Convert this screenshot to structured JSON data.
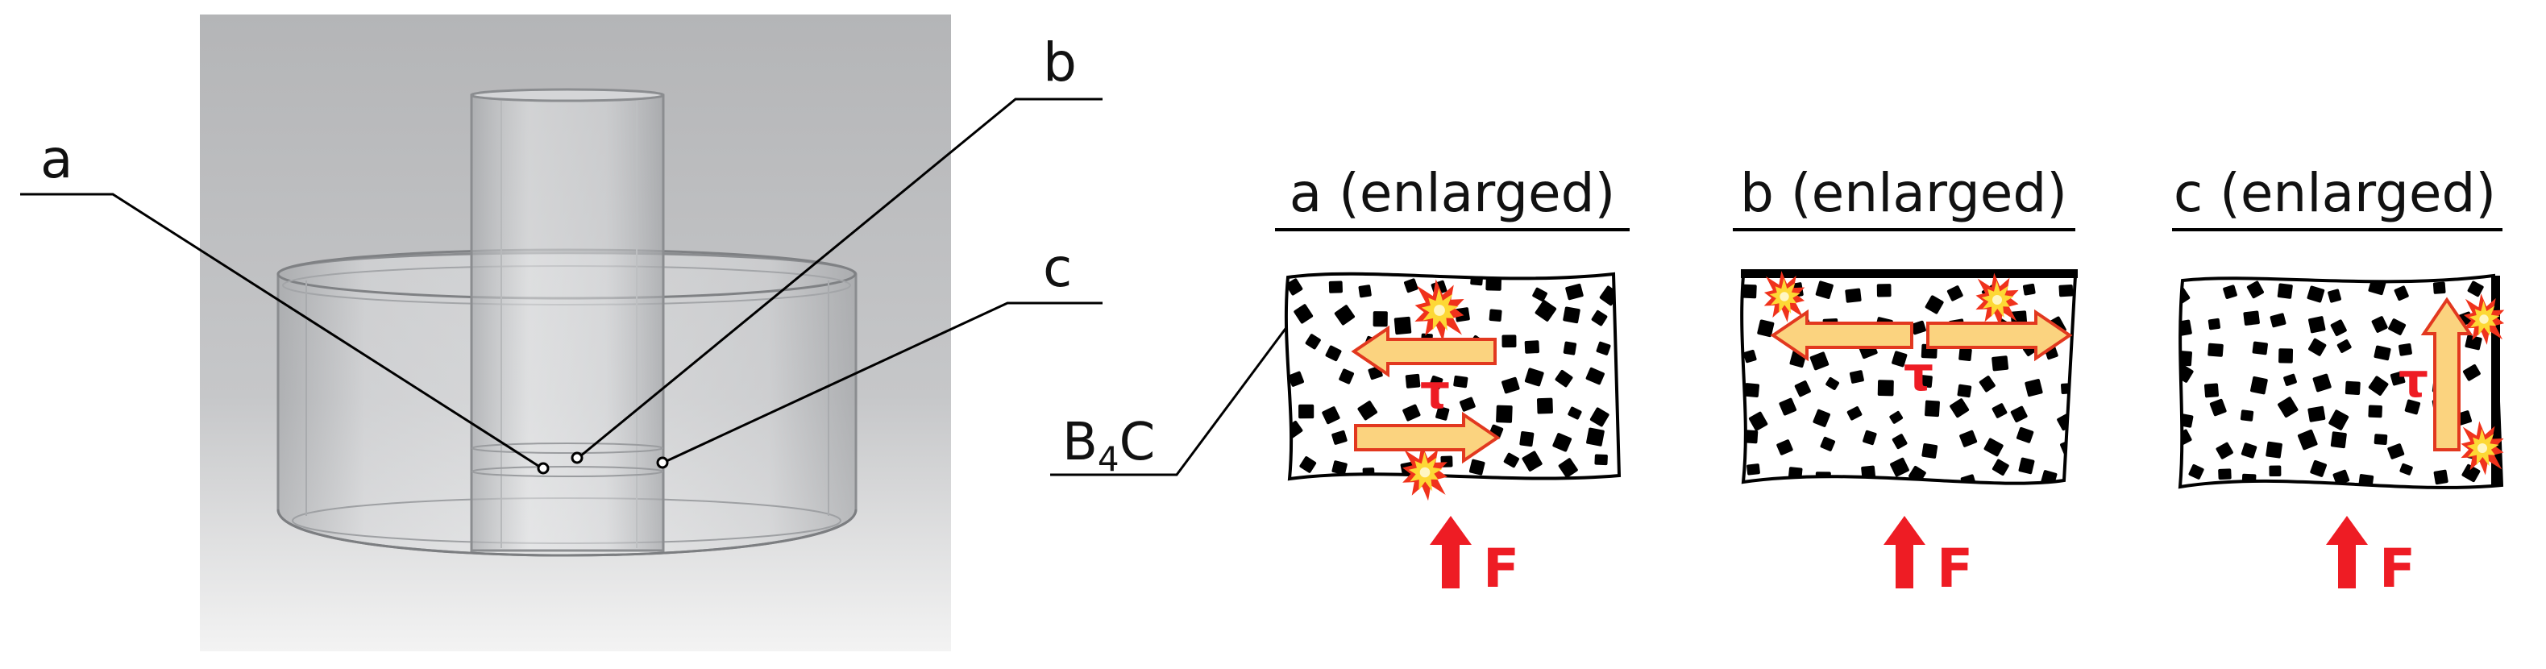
{
  "model": {
    "points": [
      {
        "id": "a",
        "label": "a"
      },
      {
        "id": "b",
        "label": "b"
      },
      {
        "id": "c",
        "label": "c"
      }
    ]
  },
  "material_label": {
    "base": "B",
    "subscript": "4",
    "rest": "C"
  },
  "panels": [
    {
      "id": "a",
      "title": "a (enlarged)",
      "shear_symbol": "τ",
      "force_symbol": "F"
    },
    {
      "id": "b",
      "title": "b (enlarged)",
      "shear_symbol": "τ",
      "force_symbol": "F"
    },
    {
      "id": "c",
      "title": "c (enlarged)",
      "shear_symbol": "τ",
      "force_symbol": "F"
    }
  ],
  "colors": {
    "arrow_fill": "#fbd37f",
    "arrow_stroke": "#e2381f",
    "force_red": "#ee1c24",
    "spark_outer": "#f0321c",
    "spark_inner": "#fdd835",
    "particle": "#000000",
    "wall": "#000000",
    "background_gray": "#b4b5b7"
  }
}
